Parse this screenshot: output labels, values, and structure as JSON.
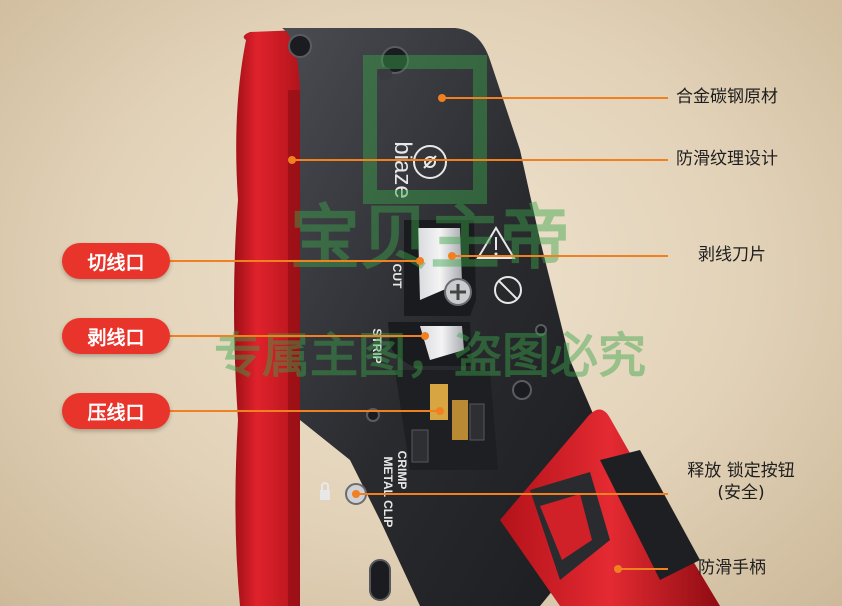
{
  "product": {
    "brand": "biaze",
    "tool_labels": {
      "cut": "CUT",
      "strip": "STRIP",
      "crimp": "CRIMP",
      "metal_clip": "METAL CLIP"
    }
  },
  "left_tags": [
    {
      "text": "切线口",
      "style": "filled"
    },
    {
      "text": "剥线口",
      "style": "filled"
    },
    {
      "text": "压线口",
      "style": "filled"
    }
  ],
  "right_callouts": [
    {
      "text": "合金碳钢原材"
    },
    {
      "text": "防滑纹理设计"
    },
    {
      "text": "剥线刀片"
    },
    {
      "text": "释放 锁定按钮",
      "text2": "(安全)"
    },
    {
      "text": "防滑手柄"
    }
  ],
  "watermark": [
    "宝贝主帝",
    "专属主图，盗图必究"
  ],
  "colors": {
    "accent_red": "#e8342b",
    "leader_orange": "#f08020",
    "body_red": "#d8202a",
    "metal_dark": "#2a2b2f"
  }
}
